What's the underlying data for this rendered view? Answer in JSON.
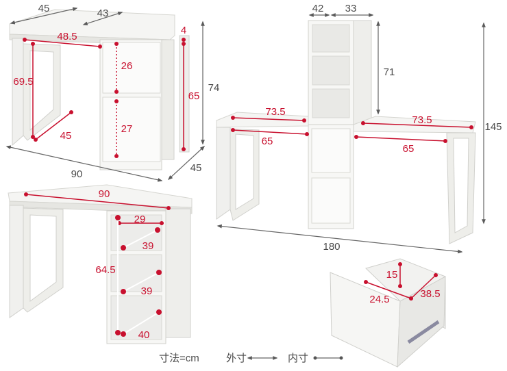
{
  "colors": {
    "outer_line": "#666666",
    "inner_line": "#c8102e",
    "furniture": "#f4f4f2",
    "edge": "#cfcfcb"
  },
  "desk_single": {
    "top_depth": "45",
    "cabinet_width": "43",
    "inner_width": "48.5",
    "gap": "4",
    "inner_height": "69.5",
    "drawer_upper": "26",
    "drawer_lower": "27",
    "side_inner": "65",
    "leg_depth": "45",
    "height": "74",
    "width": "90",
    "depth": "45"
  },
  "desk_shelf": {
    "width": "90",
    "shelf_width": "29",
    "shelf_depth_1": "39",
    "height": "64.5",
    "shelf_depth_2": "39",
    "shelf_depth_3": "40"
  },
  "desk_double": {
    "tower_width": "42",
    "tower_depth": "33",
    "tower_height": "71",
    "top_left": "73.5",
    "top_right": "73.5",
    "inner_left": "65",
    "inner_right": "65",
    "total_height": "145",
    "total_width": "180"
  },
  "drawer": {
    "height": "15",
    "width": "24.5",
    "depth": "38.5"
  },
  "legend": {
    "unit_label": "寸法=cm",
    "outer_label": "外寸",
    "inner_label": "内寸"
  }
}
